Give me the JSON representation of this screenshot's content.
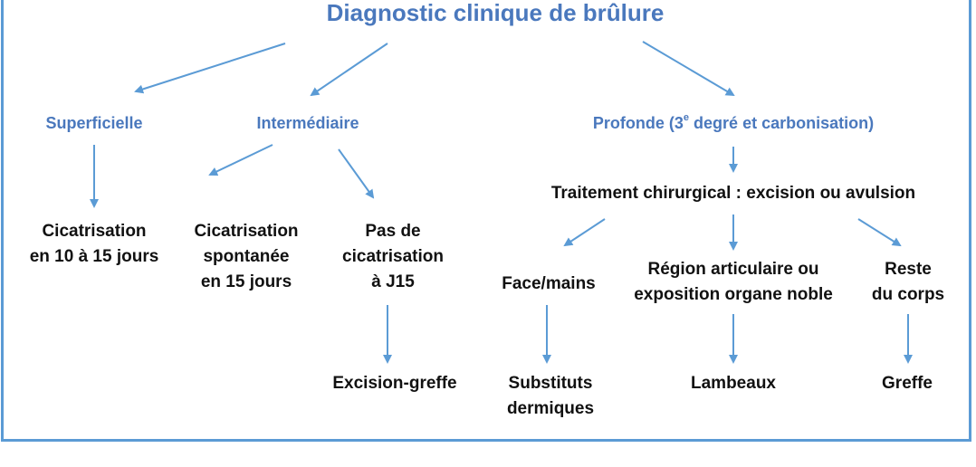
{
  "title": "Diagnostic clinique de brûlure",
  "colors": {
    "accent": "#4a78bd",
    "arrow": "#5b9bd5",
    "text": "#111111"
  },
  "categories": {
    "superficielle": "Superficielle",
    "intermediaire": "Intermédiaire",
    "profonde_pre": "Profonde (3",
    "profonde_sup": "e",
    "profonde_post": " degré et carbonisation)"
  },
  "nodes": {
    "cicatrisation_10_15": [
      "Cicatrisation",
      "en 10 à 15 jours"
    ],
    "cicatrisation_spontanee": [
      "Cicatrisation",
      "spontanée",
      "en 15 jours"
    ],
    "pas_de_cicatrisation": [
      "Pas de",
      "cicatrisation",
      "à J15"
    ],
    "excision_greffe": "Excision-greffe",
    "traitement_chirurgical": "Traitement chirurgical : excision ou avulsion",
    "face_mains": "Face/mains",
    "region_articulaire": [
      "Région articulaire ou",
      "exposition organe noble"
    ],
    "reste_du_corps": [
      "Reste",
      "du corps"
    ],
    "substituts": [
      "Substituts",
      "dermiques"
    ],
    "lambeaux": "Lambeaux",
    "greffe": "Greffe"
  }
}
